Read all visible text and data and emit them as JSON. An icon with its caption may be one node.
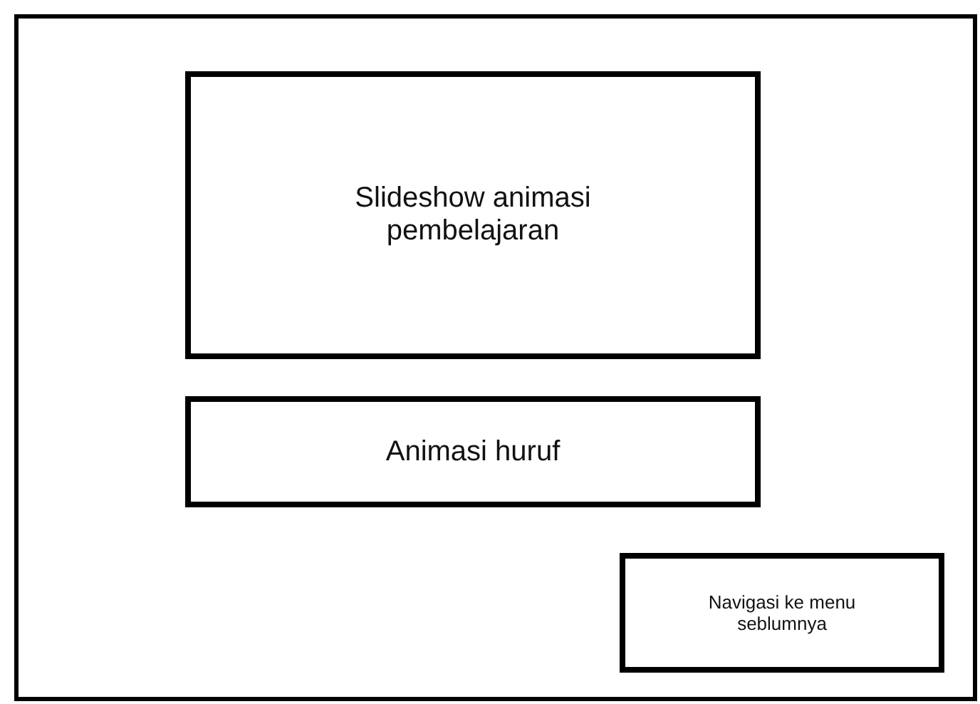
{
  "diagram": {
    "nodes": [
      {
        "text": [],
        "shape": "box"
      },
      {
        "text": [
          "Slideshow animasi pembelajaran"
        ],
        "in": 0
      },
      {
        "text": [
          "Animasi huruf"
        ],
        "in": 0
      },
      {
        "text": [
          "Navigasi ke menu seblumnya"
        ],
        "in": 0
      }
    ]
  }
}
